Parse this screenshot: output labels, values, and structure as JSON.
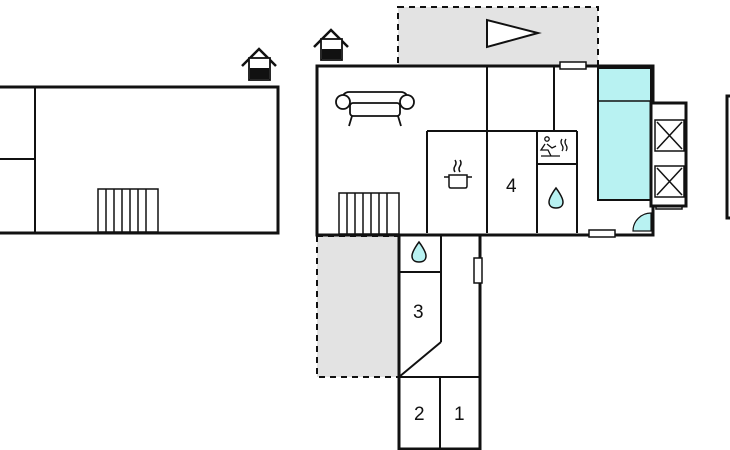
{
  "plan": {
    "room_numbers": {
      "room1": "1",
      "room2": "2",
      "room3": "3",
      "room4": "4"
    },
    "colors": {
      "wall": "#111111",
      "outdoor_area": "#e3e3e3",
      "pool": "#b8f2f2",
      "background": "#ffffff"
    },
    "icons": [
      "house-entrance-icon",
      "sofa-icon",
      "kitchen-pot-icon",
      "water-drop-icon",
      "sauna-icon",
      "stairs-icon",
      "triangle-marker-icon",
      "window-icon",
      "door-icon"
    ]
  }
}
